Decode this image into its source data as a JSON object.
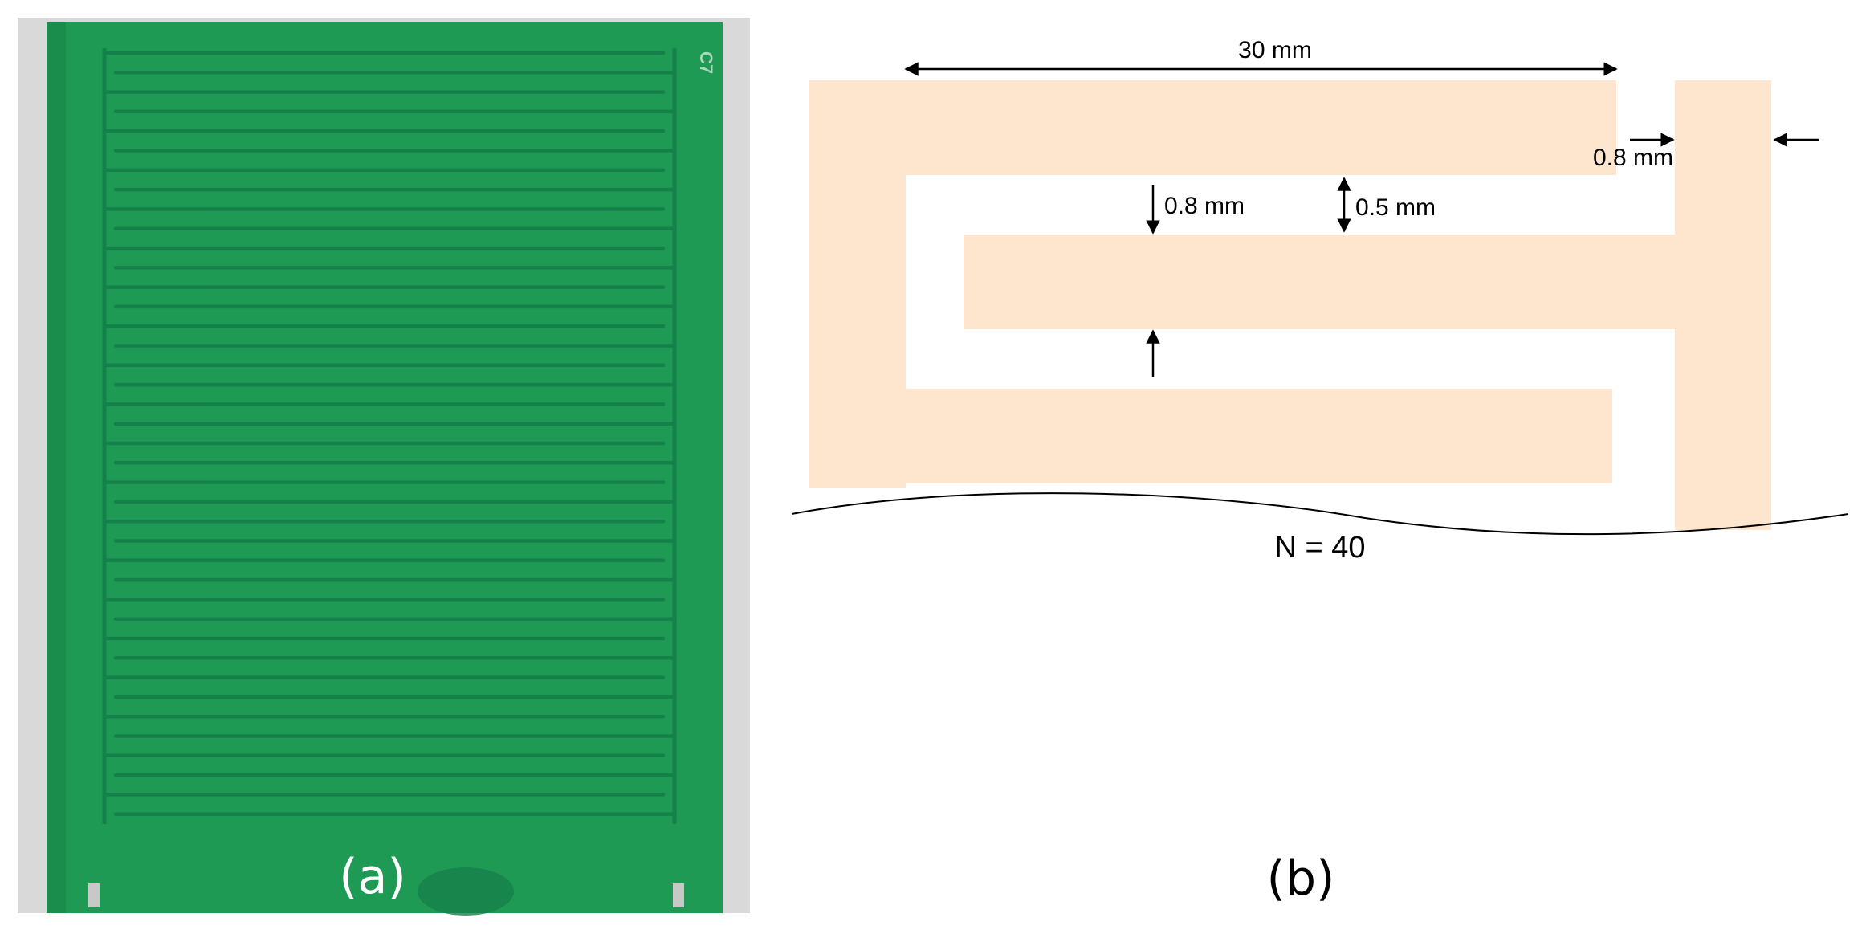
{
  "panel_a": {
    "label": "(a)",
    "board_marking": "C7",
    "colors": {
      "board": "#1f9a55",
      "trace": "#14804a",
      "background": "#d8d8d8"
    }
  },
  "panel_b": {
    "label": "(b)",
    "dimensions": {
      "length": "30 mm",
      "finger_width": "0.8 mm",
      "gap": "0.5 mm",
      "side_width": "0.8 mm"
    },
    "count": "N = 40",
    "colors": {
      "copper": "#fde5ce",
      "line": "#000000"
    }
  }
}
